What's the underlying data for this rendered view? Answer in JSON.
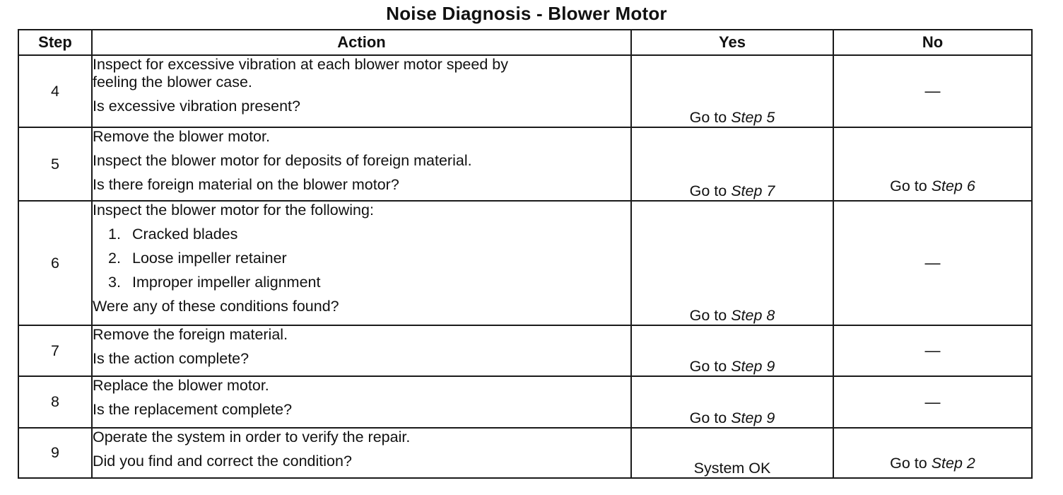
{
  "title": "Noise Diagnosis - Blower Motor",
  "headers": {
    "step": "Step",
    "action": "Action",
    "yes": "Yes",
    "no": "No"
  },
  "rows": [
    {
      "step": "4",
      "action": [
        "Inspect for excessive vibration at each blower motor speed by",
        "feeling the blower case.",
        "Is excessive vibration present?"
      ],
      "yes": {
        "prefix": "Go to ",
        "ref": "Step 5"
      },
      "no": {
        "text": "—"
      }
    },
    {
      "step": "5",
      "action": [
        "Remove the blower motor.",
        "Inspect the blower motor for deposits of foreign material.",
        "Is there foreign material on the blower motor?"
      ],
      "yes": {
        "prefix": "Go to ",
        "ref": "Step 7"
      },
      "no": {
        "prefix": "Go to ",
        "ref": "Step 6"
      }
    },
    {
      "step": "6",
      "action_intro": "Inspect the blower motor for the following:",
      "action_items": [
        {
          "num": "1.",
          "text": "Cracked blades"
        },
        {
          "num": "2.",
          "text": "Loose impeller retainer"
        },
        {
          "num": "3.",
          "text": "Improper impeller alignment"
        }
      ],
      "action_question": "Were any of these conditions found?",
      "yes": {
        "prefix": "Go to ",
        "ref": "Step 8"
      },
      "no": {
        "text": "—"
      }
    },
    {
      "step": "7",
      "action": [
        "Remove the foreign material.",
        "Is the action complete?"
      ],
      "yes": {
        "prefix": "Go to ",
        "ref": "Step 9"
      },
      "no": {
        "text": "—"
      }
    },
    {
      "step": "8",
      "action": [
        "Replace the blower motor.",
        "Is the replacement complete?"
      ],
      "yes": {
        "prefix": "Go to ",
        "ref": "Step 9"
      },
      "no": {
        "text": "—"
      }
    },
    {
      "step": "9",
      "action": [
        "Operate the system in order to verify the repair.",
        "Did you find and correct the condition?"
      ],
      "yes": {
        "text": "System OK"
      },
      "no": {
        "prefix": "Go to ",
        "ref": "Step 2"
      }
    }
  ]
}
